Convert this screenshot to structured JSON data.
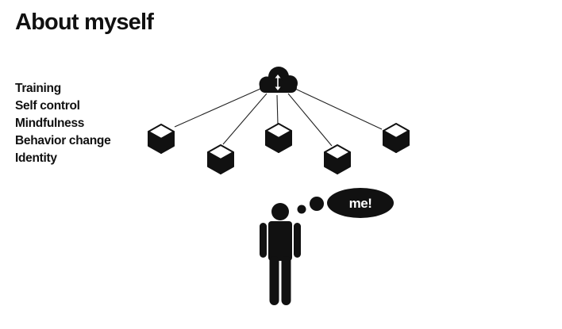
{
  "slide": {
    "title": "About myself",
    "topics": [
      "Training",
      "Self control",
      "Mindfulness",
      "Behavior change",
      "Identity"
    ],
    "thought_bubble_text": "me!"
  },
  "icons": {
    "cloud": "cloud-sync-icon",
    "devices": "cube-icon",
    "person": "person-icon",
    "thought": "thought-bubble-icon"
  },
  "colors": {
    "ink": "#111111",
    "background": "#ffffff",
    "bubble_text": "#ffffff"
  }
}
